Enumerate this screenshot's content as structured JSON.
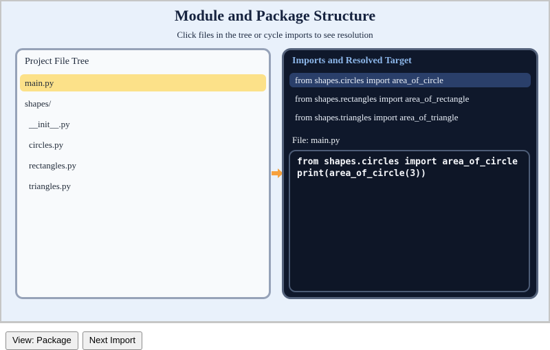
{
  "page": {
    "title": "Module and Package Structure",
    "subtitle": "Click files in the tree or cycle imports to see resolution"
  },
  "file_tree": {
    "title": "Project File Tree",
    "items": [
      {
        "label": "main.py",
        "indent": 0,
        "selected": true
      },
      {
        "label": "shapes/",
        "indent": 0,
        "selected": false
      },
      {
        "label": "__init__.py",
        "indent": 1,
        "selected": false
      },
      {
        "label": "circles.py",
        "indent": 1,
        "selected": false
      },
      {
        "label": "rectangles.py",
        "indent": 1,
        "selected": false
      },
      {
        "label": "triangles.py",
        "indent": 1,
        "selected": false
      }
    ]
  },
  "imports_panel": {
    "title": "Imports and Resolved Target",
    "imports": [
      {
        "label": "from shapes.circles import area_of_circle",
        "selected": true
      },
      {
        "label": "from shapes.rectangles import area_of_rectangle",
        "selected": false
      },
      {
        "label": "from shapes.triangles import area_of_triangle",
        "selected": false
      }
    ],
    "file_label": "File: main.py",
    "code_lines": [
      "from shapes.circles import area_of_circle",
      "print(area_of_circle(3))"
    ]
  },
  "controls": {
    "view_button_label": "View: Package",
    "next_button_label": "Next Import"
  },
  "icons": {
    "flow_arrow": "right-arrow"
  },
  "colors": {
    "canvas_bg": "#e9f1fb",
    "tree_highlight": "#fce189",
    "import_highlight": "#2a3f6a",
    "panel_dark_bg": "#0f182b",
    "right_title_blue": "#8cb6e9",
    "arrow_orange": "#f7a13d"
  }
}
